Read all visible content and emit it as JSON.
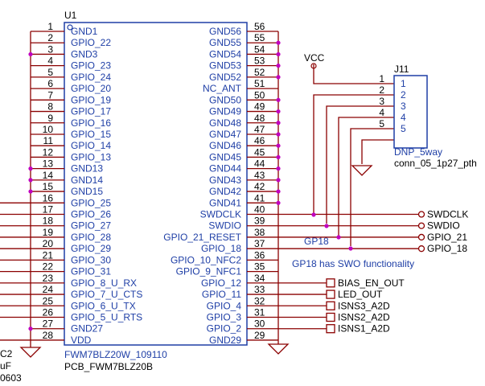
{
  "u1": {
    "ref": "U1",
    "value": "FWM7BLZ20W_109110",
    "footprint": "PCB_FWM7BLZ20B",
    "left_pins": [
      {
        "num": "1",
        "name": "GND1"
      },
      {
        "num": "2",
        "name": "GPIO_22"
      },
      {
        "num": "3",
        "name": "GND3"
      },
      {
        "num": "4",
        "name": "GPIO_23"
      },
      {
        "num": "5",
        "name": "GPIO_24"
      },
      {
        "num": "6",
        "name": "GPIO_20"
      },
      {
        "num": "7",
        "name": "GPIO_19"
      },
      {
        "num": "8",
        "name": "GPIO_17"
      },
      {
        "num": "9",
        "name": "GPIO_16"
      },
      {
        "num": "10",
        "name": "GPIO_15"
      },
      {
        "num": "11",
        "name": "GPIO_14"
      },
      {
        "num": "12",
        "name": "GPIO_13"
      },
      {
        "num": "13",
        "name": "GND13"
      },
      {
        "num": "14",
        "name": "GND14"
      },
      {
        "num": "15",
        "name": "GND15"
      },
      {
        "num": "16",
        "name": "GPIO_25"
      },
      {
        "num": "17",
        "name": "GPIO_26"
      },
      {
        "num": "18",
        "name": "GPIO_27"
      },
      {
        "num": "19",
        "name": "GPIO_28"
      },
      {
        "num": "20",
        "name": "GPIO_29"
      },
      {
        "num": "21",
        "name": "GPIO_30"
      },
      {
        "num": "22",
        "name": "GPIO_31"
      },
      {
        "num": "23",
        "name": "GPIO_8_U_RX"
      },
      {
        "num": "24",
        "name": "GPIO_7_U_CTS"
      },
      {
        "num": "25",
        "name": "GPIO_6_U_TX"
      },
      {
        "num": "26",
        "name": "GPIO_5_U_RTS"
      },
      {
        "num": "27",
        "name": "GND27"
      },
      {
        "num": "28",
        "name": "VDD"
      }
    ],
    "right_pins": [
      {
        "num": "56",
        "name": "GND56"
      },
      {
        "num": "55",
        "name": "GND55"
      },
      {
        "num": "54",
        "name": "GND54"
      },
      {
        "num": "53",
        "name": "GND53"
      },
      {
        "num": "52",
        "name": "GND52"
      },
      {
        "num": "51",
        "name": "NC_ANT"
      },
      {
        "num": "50",
        "name": "GND50"
      },
      {
        "num": "49",
        "name": "GND49"
      },
      {
        "num": "48",
        "name": "GND48"
      },
      {
        "num": "47",
        "name": "GND47"
      },
      {
        "num": "46",
        "name": "GND46"
      },
      {
        "num": "45",
        "name": "GND45"
      },
      {
        "num": "44",
        "name": "GND44"
      },
      {
        "num": "43",
        "name": "GND43"
      },
      {
        "num": "42",
        "name": "GND42"
      },
      {
        "num": "41",
        "name": "GND41"
      },
      {
        "num": "40",
        "name": "SWDCLK"
      },
      {
        "num": "39",
        "name": "SWDIO"
      },
      {
        "num": "38",
        "name": "GPIO_21_RESET"
      },
      {
        "num": "37",
        "name": "GPIO_18"
      },
      {
        "num": "36",
        "name": "GPIO_10_NFC2"
      },
      {
        "num": "35",
        "name": "GPIO_9_NFC1"
      },
      {
        "num": "34",
        "name": "GPIO_12"
      },
      {
        "num": "33",
        "name": "GPIO_11"
      },
      {
        "num": "32",
        "name": "GPIO_4"
      },
      {
        "num": "31",
        "name": "GPIO_3"
      },
      {
        "num": "30",
        "name": "GPIO_2"
      },
      {
        "num": "29",
        "name": "GND29"
      }
    ]
  },
  "j11": {
    "ref": "J11",
    "value": "DNP_5way",
    "footprint": "conn_05_1p27_pth",
    "pins": [
      "1",
      "2",
      "3",
      "4",
      "5"
    ]
  },
  "vcc_label": "VCC",
  "gp18_label": "GP18",
  "swo_note": "GP18 has SWO functionality",
  "right_nets": [
    "SWDCLK",
    "SWDIO",
    "GPIO_21",
    "GPIO_18"
  ],
  "out_ports": [
    "BIAS_EN_OUT",
    "LED_OUT",
    "ISNS3_A2D",
    "ISNS2_A2D",
    "ISNS1_A2D"
  ],
  "left_cap": {
    "ref": "C2",
    "value": "uF",
    "footprint": "0603"
  }
}
